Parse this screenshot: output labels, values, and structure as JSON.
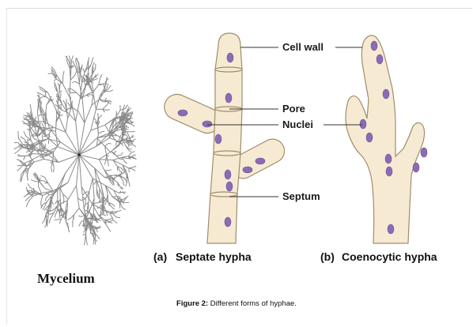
{
  "labels": {
    "cell_wall": "Cell wall",
    "pore": "Pore",
    "nuclei": "Nuclei",
    "septum": "Septum"
  },
  "subfigures": {
    "a_letter": "(a)",
    "a_title": "Septate hypha",
    "b_letter": "(b)",
    "b_title": "Coenocytic hypha"
  },
  "mycelium_label": "Mycelium",
  "caption": {
    "prefix": "Figure 2:",
    "text": " Different forms of hyphae."
  },
  "colors": {
    "hypha_fill": "#f6ebd2",
    "hypha_stroke": "#a08c6c",
    "nucleus": "#8c6bb6",
    "mycelium_stroke": "#8a8a8a"
  }
}
